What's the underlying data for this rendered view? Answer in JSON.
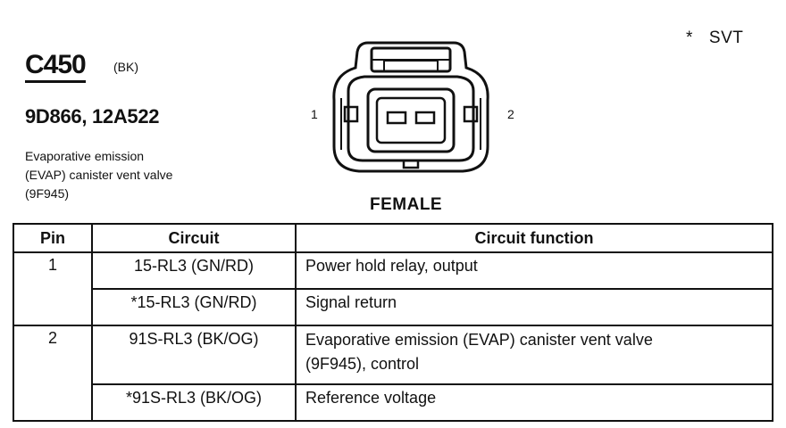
{
  "header": {
    "footnote_symbol": "*",
    "footnote_text": "SVT",
    "connector_id": "C450",
    "connector_color": "(BK)",
    "part_numbers": "9D866, 12A522",
    "description_lines": [
      "Evaporative emission",
      "(EVAP) canister vent valve",
      "(9F945)"
    ]
  },
  "diagram": {
    "pin_left_label": "1",
    "pin_right_label": "2",
    "gender_label": "FEMALE"
  },
  "table": {
    "headers": [
      "Pin",
      "Circuit",
      "Circuit function"
    ],
    "rows": [
      {
        "pin": "1",
        "circuit": "15-RL3 (GN/RD)",
        "function": "Power hold relay, output"
      },
      {
        "pin": "",
        "circuit": "*15-RL3 (GN/RD)",
        "function": "Signal return"
      },
      {
        "pin": "2",
        "circuit": "91S-RL3 (BK/OG)",
        "function_line1": "Evaporative emission (EVAP) canister vent valve",
        "function_line2": "(9F945), control"
      },
      {
        "pin": "",
        "circuit": "*91S-RL3 (BK/OG)",
        "function": "Reference voltage"
      }
    ]
  }
}
